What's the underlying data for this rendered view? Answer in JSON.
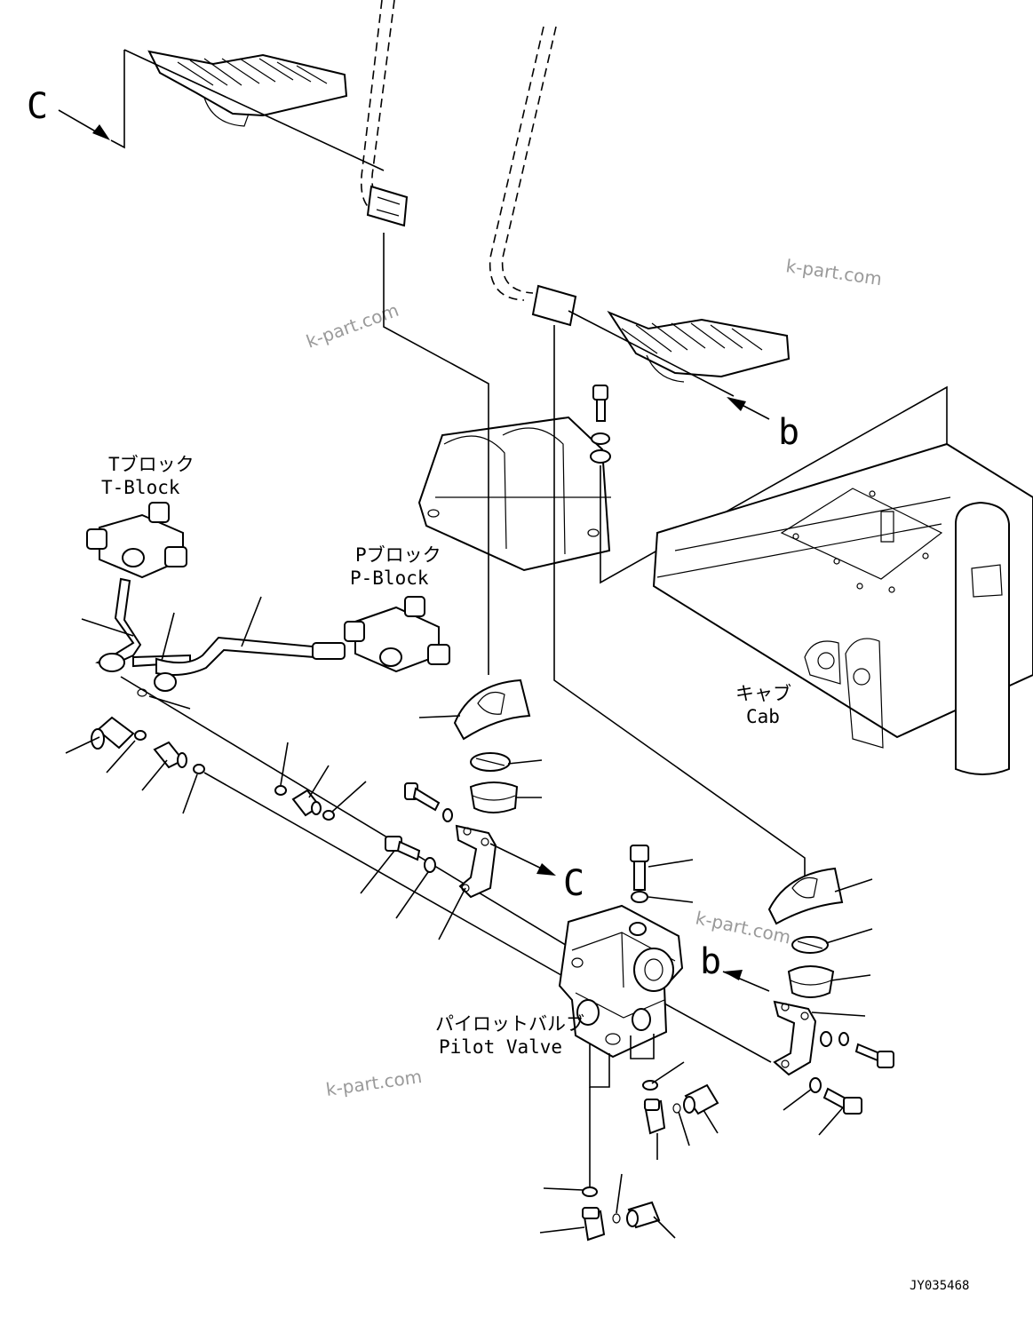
{
  "labels": {
    "t_block_ja": "Tブロック",
    "t_block_en": "T-Block",
    "p_block_ja": "Pブロック",
    "p_block_en": "P-Block",
    "cab_ja": "キャブ",
    "cab_en": "Cab",
    "pilot_valve_ja": "パイロットバルブ",
    "pilot_valve_en": "Pilot Valve"
  },
  "callouts": {
    "c_top": "C",
    "c_mid": "C",
    "b_top": "b",
    "b_mid": "b"
  },
  "watermark": "k-part.com",
  "drawing_code": "JY035468"
}
